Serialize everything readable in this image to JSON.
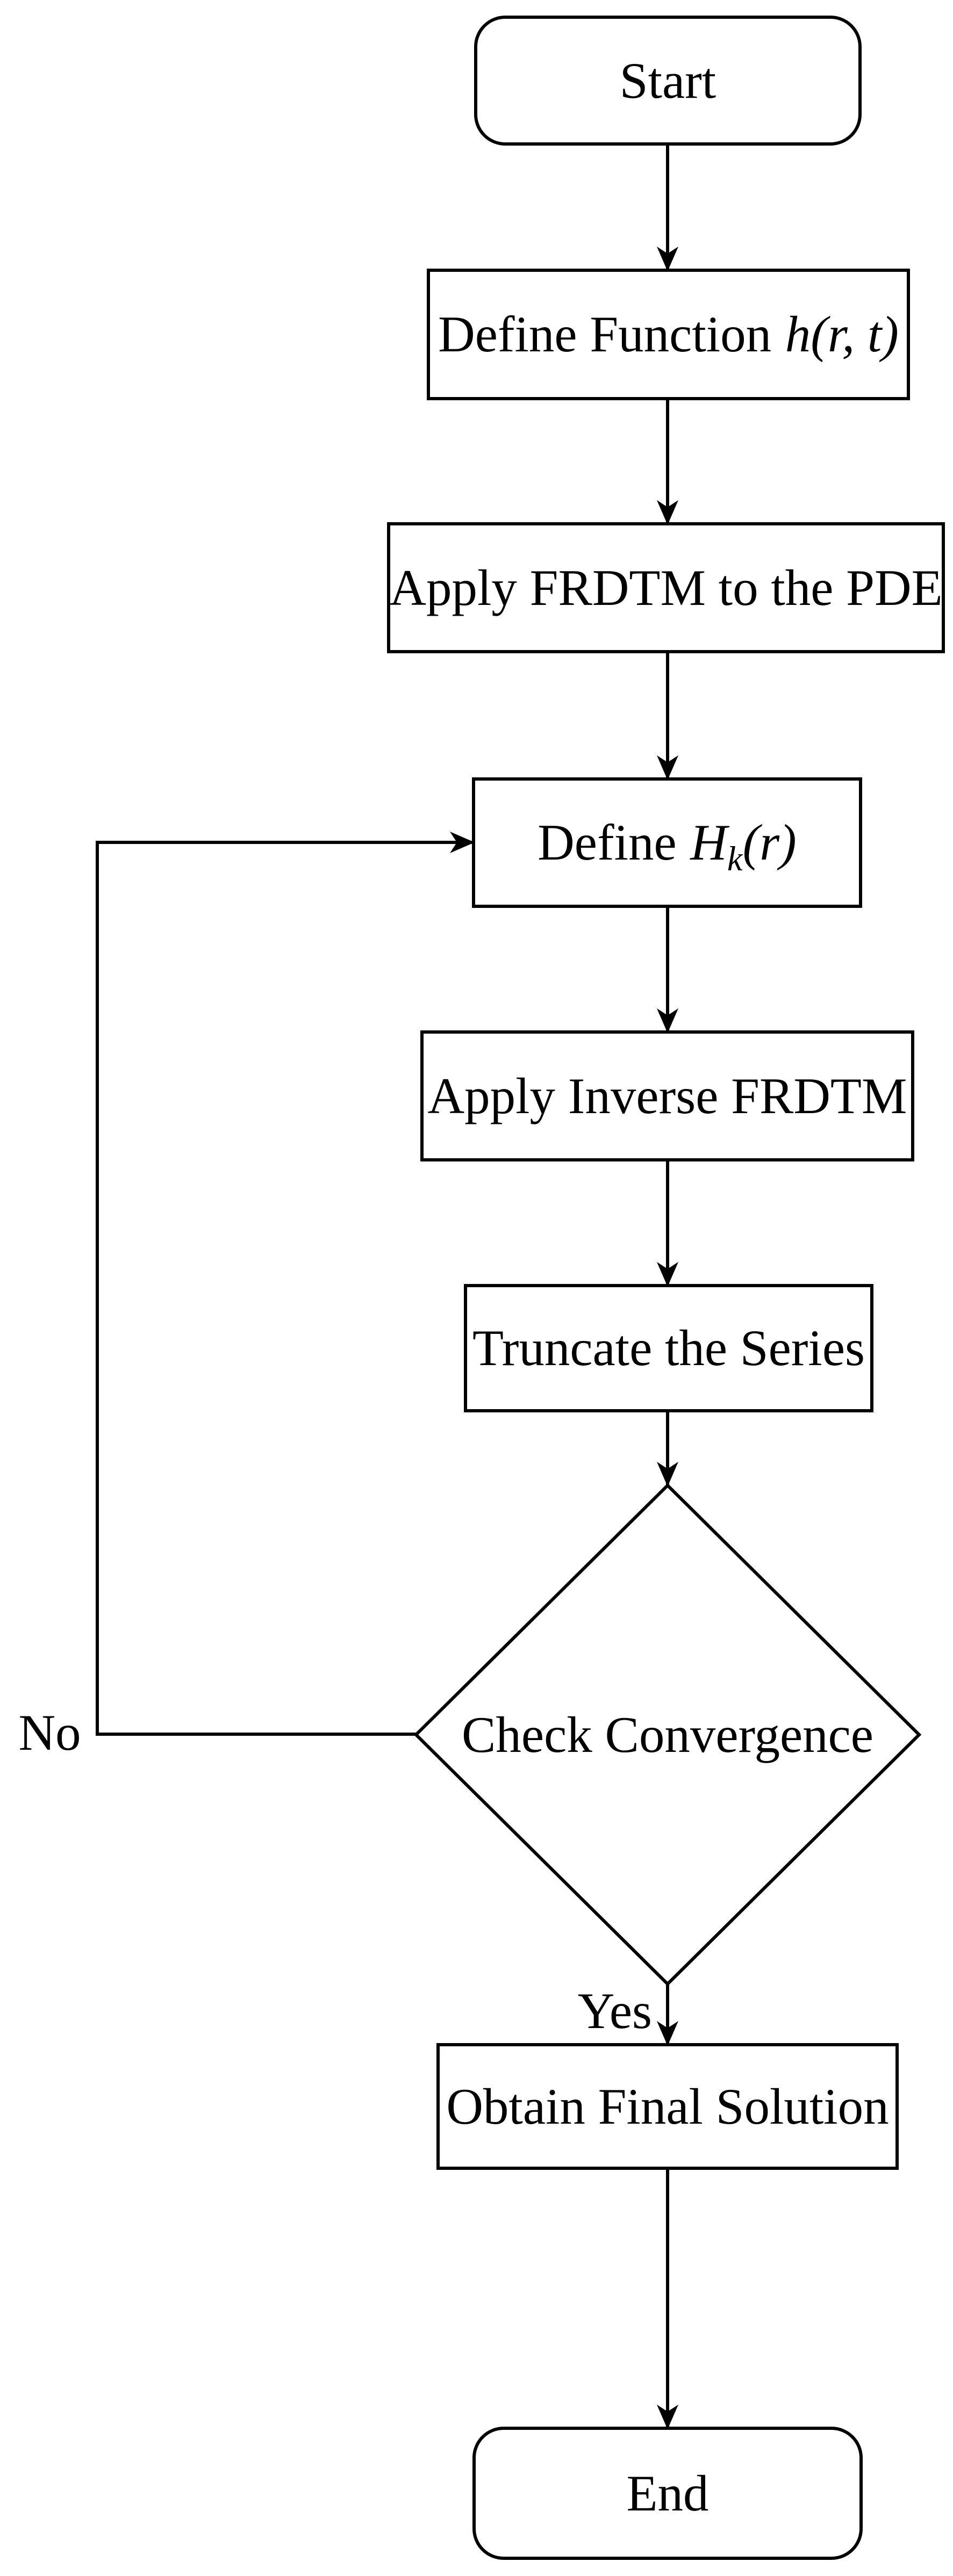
{
  "figure": {
    "type": "flowchart",
    "background_color": "#ffffff",
    "stroke_color": "#000000",
    "text_color": "#000000"
  },
  "nodes": {
    "start": {
      "label": "Start"
    },
    "define_function": {
      "text": "Define Function",
      "math": "h(r, t)"
    },
    "apply_frdtm": {
      "label": "Apply FRDTM to the PDE"
    },
    "define_hk": {
      "text": "Define",
      "math_base": "H",
      "math_sub": "k",
      "math_args": "(r)"
    },
    "apply_inverse_frdtm": {
      "label": "Apply Inverse FRDTM"
    },
    "truncate_series": {
      "label": "Truncate the Series"
    },
    "check_convergence": {
      "label": "Check Convergence"
    },
    "obtain_final_solution": {
      "label": "Obtain Final Solution"
    },
    "end": {
      "label": "End"
    }
  },
  "edges": {
    "no_label": "No",
    "yes_label": "Yes"
  }
}
